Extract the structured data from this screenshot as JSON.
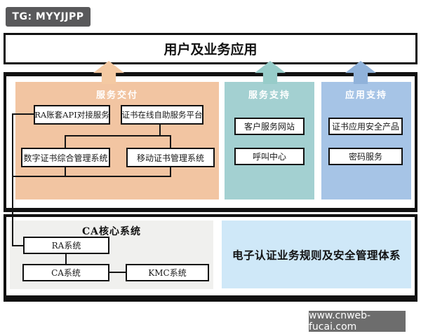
{
  "badges": {
    "tg": "TG: MYYJJPP",
    "site": "www.cnweb-fucai.com"
  },
  "title_bar": {
    "label": "用户及业务应用"
  },
  "panels": {
    "delivery": {
      "title": "服务交付",
      "boxes": [
        "RA账套API对接服务",
        "证书在线自助服务平台",
        "数字证书综合管理系统",
        "移动证书管理系统"
      ]
    },
    "support": {
      "title": "服务支持",
      "boxes": [
        "客户服务网站",
        "呼叫中心"
      ]
    },
    "app": {
      "title": "应用支持",
      "boxes": [
        "证书应用安全产品",
        "密码服务"
      ]
    }
  },
  "bottom": {
    "core": {
      "title": "CA核心系统",
      "boxes": [
        "RA系统",
        "CA系统",
        "KMC系统"
      ]
    },
    "rules": {
      "label": "电子认证业务规则及安全管理体系"
    }
  },
  "colors": {
    "orange": "#f2c5a2",
    "teal": "#a3d0d1",
    "blue": "#a6c4e6",
    "arrowOrange": "#f4c9a2",
    "arrowTeal": "#97ccc9",
    "arrowBlue": "#90b2da",
    "gray": "#f0f0ee",
    "lightblue": "#cfe8f8",
    "badgeDark": "#59595b",
    "badgeGray": "#6d6d6d"
  }
}
